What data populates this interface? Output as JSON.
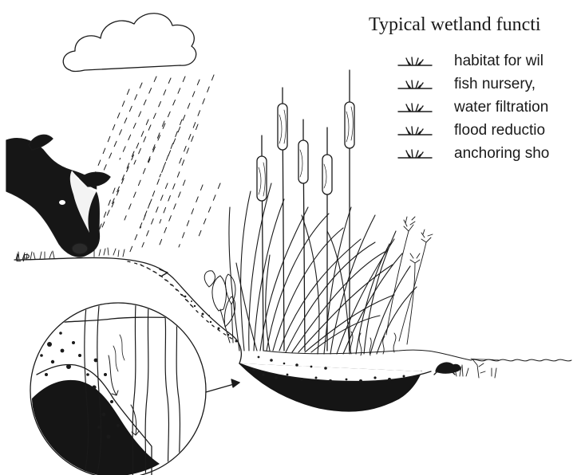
{
  "title": "Typical wetland functi",
  "functions": [
    {
      "label": "habitat for wil",
      "icon": "marsh-grass-icon"
    },
    {
      "label": "fish nursery,",
      "icon": "marsh-grass-icon"
    },
    {
      "label": "water filtration",
      "icon": "marsh-grass-icon"
    },
    {
      "label": "flood reductio",
      "icon": "marsh-grass-icon"
    },
    {
      "label": "anchoring sho",
      "icon": "marsh-grass-icon"
    }
  ],
  "signature": "LP",
  "colors": {
    "ink": "#1a1a1a",
    "background": "#ffffff",
    "sediment": "#151515"
  }
}
